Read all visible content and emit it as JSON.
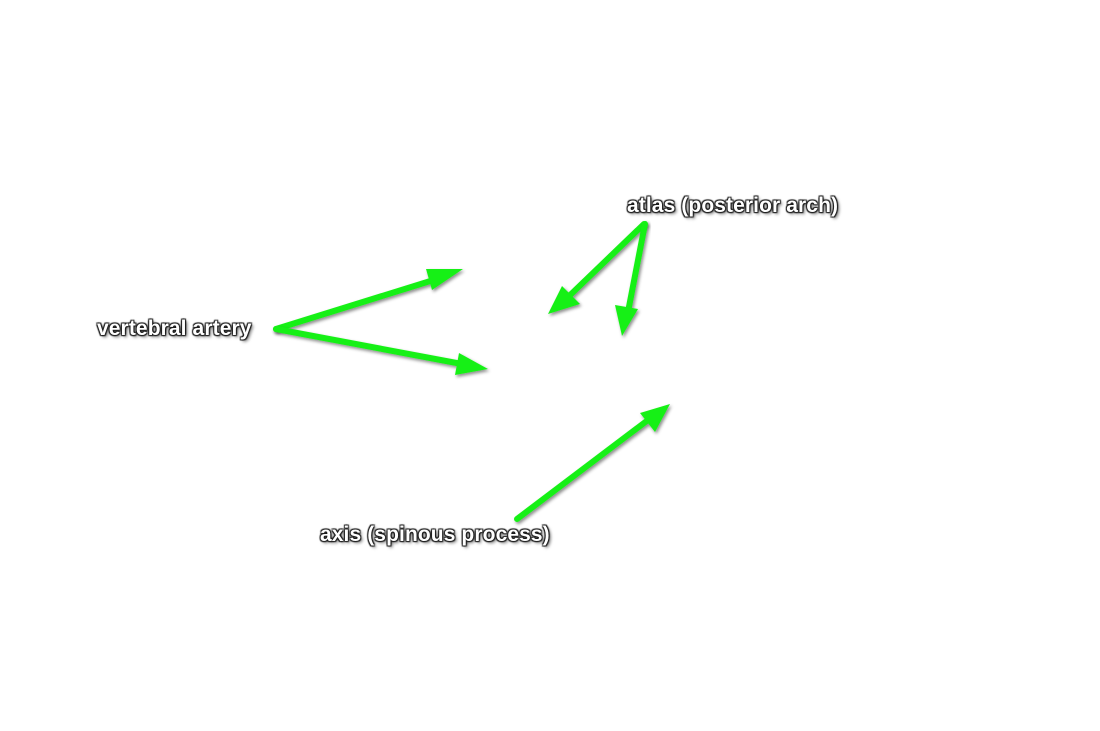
{
  "labels": {
    "atlas": "atlas (posterior arch)",
    "vertebral_artery": "vertebral artery",
    "axis": "axis (spinous process)"
  },
  "colors": {
    "arrow": "#18f018",
    "arrow_outline": "#0a7a0a",
    "label_text": "#ffffff",
    "label_shadow": "#1a1a1a",
    "background": "#ffffff"
  }
}
